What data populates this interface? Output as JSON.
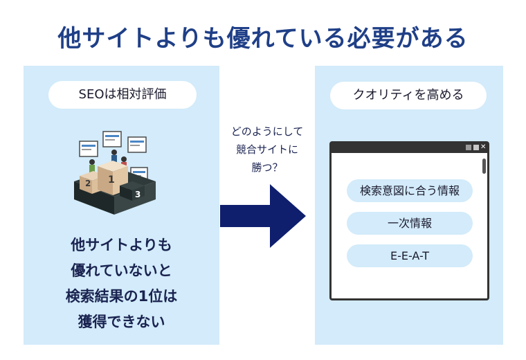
{
  "heading": "他サイトよりも優れている必要がある",
  "left_panel": {
    "pill": "SEOは相対評価",
    "result_lines": [
      "他サイトよりも",
      "優れていないと",
      "検索結果の1位は",
      "獲得できない"
    ],
    "podium_labels": [
      "1",
      "2",
      "3"
    ]
  },
  "middle": {
    "question_lines": [
      "どのようにして",
      "競合サイトに",
      "勝つ？"
    ]
  },
  "right_panel": {
    "pill": "クオリティを高める",
    "window_controls": {
      "close_glyph": "✕"
    },
    "items": [
      "検索意図に合う情報",
      "一次情報",
      "E-E-A-T"
    ]
  },
  "colors": {
    "heading": "#1f3f87",
    "panel": "#d3ebfa",
    "arrow": "#0f1f6e",
    "window_border": "#333333"
  }
}
